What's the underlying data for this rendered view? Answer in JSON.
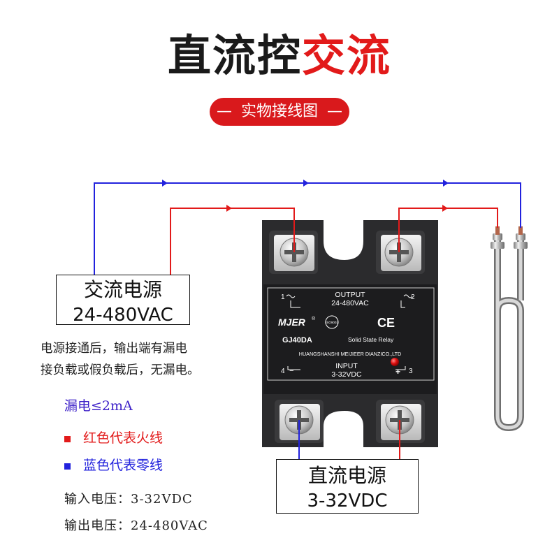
{
  "title": {
    "part1": "直流控",
    "part2": "交流"
  },
  "banner": {
    "dash_left": "—",
    "label": "实物接线图",
    "dash_right": "—"
  },
  "ac_source": {
    "label": "交流电源",
    "voltage": "24-480VAC"
  },
  "dc_source": {
    "label": "直流电源",
    "voltage": "3-32VDC"
  },
  "note": {
    "line1": "电源接通后，输出端有漏电",
    "line2": "接负载或假负载后，无漏电。"
  },
  "leakage": "漏电≤2mA",
  "legend": {
    "red": {
      "label": "红色代表火线",
      "color": "#e21a1a"
    },
    "blue": {
      "label": "蓝色代表零线",
      "color": "#2222dd"
    }
  },
  "specs": {
    "input_label": "输入电压：",
    "input_value": "3-32VDC",
    "output_label": "输出电压：",
    "output_value": "24-480VAC"
  },
  "relay": {
    "terminal_1": "1",
    "terminal_2": "2",
    "terminal_3": "3",
    "terminal_4": "4",
    "output_label": "OUTPUT",
    "output_voltage": "24-480VAC",
    "brand": "MJER",
    "registered": "®",
    "iso": "ISO9001",
    "ce": "CE",
    "model": "GJ40DA",
    "type": "Solid State Relay",
    "manufacturer": "HUANGSHANSHI MEIJIEER DIANZICO.,LTD",
    "input_label": "INPUT",
    "input_voltage": "3-32VDC",
    "minus": "−",
    "plus": "+"
  },
  "colors": {
    "wire_red": "#e21a1a",
    "wire_blue": "#2222dd",
    "relay_body": "#2b2b2d"
  }
}
